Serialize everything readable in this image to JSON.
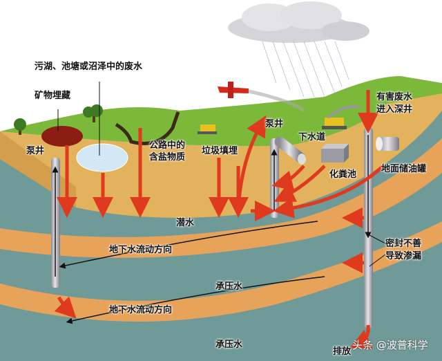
{
  "labels": {
    "lake_waste": "污湖、池塘或沼泽中的废水",
    "mineral": "矿物埋藏",
    "pump_well_left": "泵井",
    "road_salt_1": "公路中的",
    "road_salt_2": "含盐物质",
    "landfill": "垃圾填埋",
    "pump_well_mid": "泵井",
    "sewer": "下水道",
    "septic": "化粪池",
    "deep_well_1": "有害废水",
    "deep_well_2": "进入深井",
    "oil_tank": "地面储油罐",
    "phreatic": "潜水",
    "flow_dir_1": "地下水流动方向",
    "confined_1": "承压水",
    "flow_dir_2": "地下水流动方向",
    "confined_2": "承压水",
    "seal_1": "密封不善",
    "seal_2": "导致渗漏",
    "discharge": "排放"
  },
  "watermark": "头条 @波普科学",
  "colors": {
    "grass": "#7cb83a",
    "soil": "#e2b25c",
    "aquifer": "#6f9a98",
    "band": "#e8a35a",
    "arrow": "#e03a1e"
  }
}
